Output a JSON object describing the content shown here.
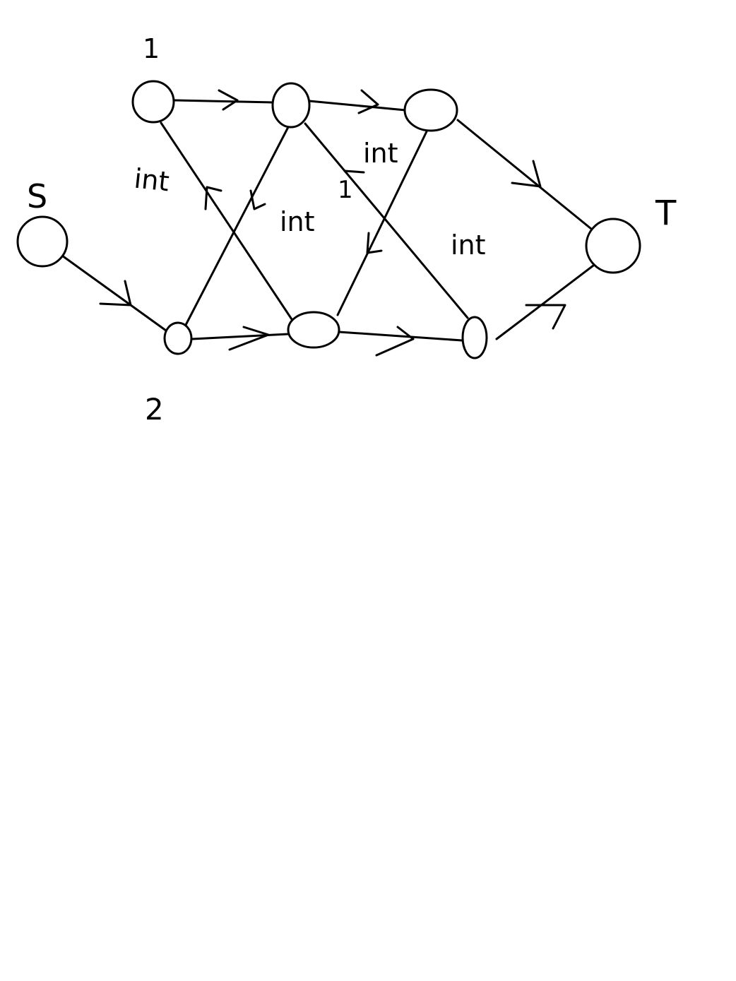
{
  "diagram": {
    "source_label": "S",
    "sink_label": "T",
    "top_row_label": "1",
    "bottom_row_label": "2",
    "capacity_labels": [
      "int",
      "int",
      "int",
      "int"
    ],
    "unit_label": "1"
  }
}
